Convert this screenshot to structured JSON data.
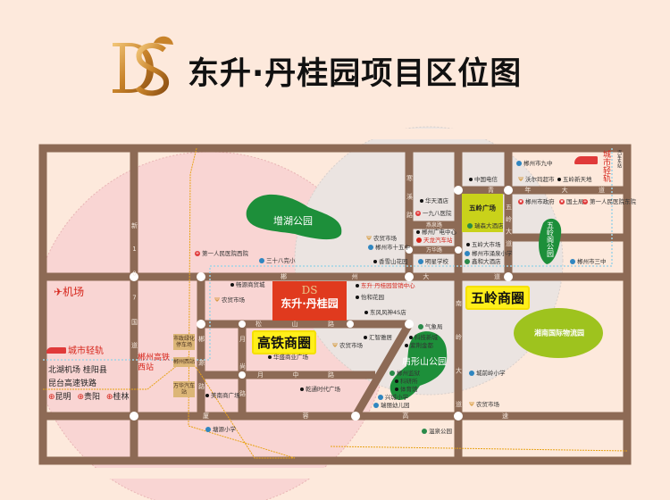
{
  "header": {
    "logo_text": "DS",
    "title": "东升·丹桂园项目区位图"
  },
  "project": {
    "logo": "DS",
    "name": "东升·丹桂园"
  },
  "zones": {
    "gaotie": "高铁商圈",
    "wuling": "五岭商圈"
  },
  "parks": {
    "zenghu": "增湖公园",
    "wulingyuan": "五岭阁公园",
    "jianxing": "肩形山公园",
    "wuling_square": "五岭广场",
    "logistics": "湘南国际物流园"
  },
  "legend": {
    "airport": "机场",
    "light_rail": "城市轻轨",
    "light_rail_top": "城市轻轨",
    "top_note": "汽车东站",
    "line1": "北湖机场  桂阳县",
    "line2": "昆台高速铁路",
    "cities": [
      "昆明",
      "贵阳",
      "桂林"
    ],
    "hsr_station": "郴州高铁西站"
  },
  "stations": [
    "市政绿化停车场",
    "郴州西站",
    "万华汽车站"
  ],
  "road_labels": [
    {
      "name": "郴州大道",
      "chars": [
        "郴",
        "州",
        "大",
        "道"
      ]
    },
    {
      "name": "青年大道",
      "chars": [
        "青",
        "年",
        "大",
        "道"
      ]
    },
    {
      "name": "五岭大道",
      "chars": [
        "五",
        "岭",
        "大",
        "道"
      ]
    },
    {
      "name": "南岭大道",
      "chars": [
        "南",
        "岭",
        "大",
        "道"
      ]
    },
    {
      "name": "松山路",
      "chars": [
        "松",
        "山",
        "路"
      ]
    },
    {
      "name": "月中路",
      "chars": [
        "月",
        "中",
        "路"
      ]
    },
    {
      "name": "厦蓉高速",
      "chars": [
        "厦",
        "蓉",
        "高",
        "速"
      ]
    },
    {
      "name": "新107国道",
      "chars": [
        "新",
        "1",
        "0",
        "7",
        "国",
        "道"
      ]
    },
    {
      "name": "郴源路",
      "chars": [
        "郴",
        "源",
        "路"
      ]
    },
    {
      "name": "月尚路",
      "chars": [
        "月",
        "尚",
        "路"
      ]
    },
    {
      "name": "寒溪路",
      "chars": [
        "寒",
        "溪",
        "路"
      ]
    },
    {
      "name": "燕泉路",
      "chars": [
        "燕泉路"
      ]
    },
    {
      "name": "万华路",
      "chars": [
        "万华路"
      ]
    }
  ],
  "pois": [
    {
      "label": "第一人民医院西院",
      "icon": "hospital"
    },
    {
      "label": "三十八完小",
      "icon": "school"
    },
    {
      "label": "畅源商贸城",
      "icon": "dot"
    },
    {
      "label": "农贸市场",
      "icon": "market"
    },
    {
      "label": "东升·丹桂园营销中心",
      "icon": "dot"
    },
    {
      "label": "怡和花园",
      "icon": "dot"
    },
    {
      "label": "东风风神4S店",
      "icon": "dot"
    },
    {
      "label": "汇智雅居",
      "icon": "dot"
    },
    {
      "label": "农贸市场",
      "icon": "market"
    },
    {
      "label": "华盛商业广场",
      "icon": "dot"
    },
    {
      "label": "乾通时代广场",
      "icon": "dot"
    },
    {
      "label": "美南商广场",
      "icon": "dot"
    },
    {
      "label": "塘源小学",
      "icon": "school"
    },
    {
      "label": "郴州市九中",
      "icon": "school"
    },
    {
      "label": "中国电信",
      "icon": "dot"
    },
    {
      "label": "沃尔玛超市",
      "icon": "market"
    },
    {
      "label": "五岭新天地",
      "icon": "dot"
    },
    {
      "label": "郴州市政府",
      "icon": "gov"
    },
    {
      "label": "国土局",
      "icon": "gov"
    },
    {
      "label": "第一人民医院东院",
      "icon": "hospital"
    },
    {
      "label": "华天酒店",
      "icon": "dot"
    },
    {
      "label": "一九八医院",
      "icon": "hospital"
    },
    {
      "label": "瑞森大酒店",
      "icon": "hotel"
    },
    {
      "label": "郴州广电中心",
      "icon": "dot"
    },
    {
      "label": "天龙汽车站",
      "icon": "bus"
    },
    {
      "label": "农贸市场",
      "icon": "market"
    },
    {
      "label": "郴州市十五中",
      "icon": "school"
    },
    {
      "label": "香雪山花园",
      "icon": "dot"
    },
    {
      "label": "明星学校",
      "icon": "school"
    },
    {
      "label": "五岭大市场",
      "icon": "dot"
    },
    {
      "label": "郴州市涌泉小学",
      "icon": "school"
    },
    {
      "label": "鑫和大酒店",
      "icon": "hotel"
    },
    {
      "label": "郴州市三中",
      "icon": "school"
    },
    {
      "label": "气象局",
      "icon": "park"
    },
    {
      "label": "科技新城",
      "icon": "dot"
    },
    {
      "label": "紫荆金都",
      "icon": "dot"
    },
    {
      "label": "郴州监狱",
      "icon": "hotel"
    },
    {
      "label": "科研所",
      "icon": "dot"
    },
    {
      "label": "体育馆",
      "icon": "dot"
    },
    {
      "label": "兴城小学",
      "icon": "school"
    },
    {
      "label": "瑞丽幼儿园",
      "icon": "school"
    },
    {
      "label": "城前岭小学",
      "icon": "school"
    },
    {
      "label": "农贸市场",
      "icon": "market"
    },
    {
      "label": "温泉公园",
      "icon": "park"
    }
  ]
}
